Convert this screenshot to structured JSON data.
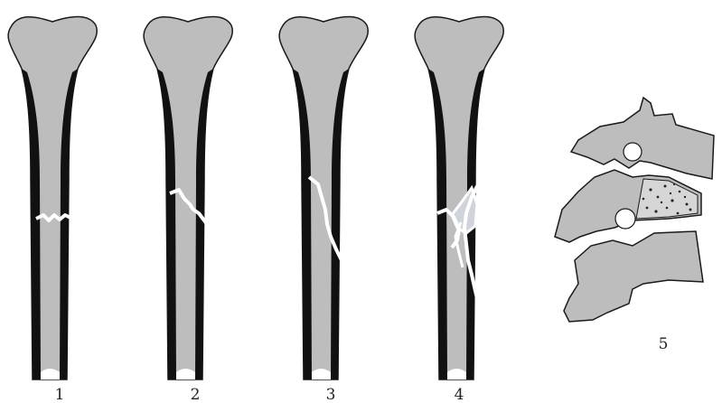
{
  "labels": [
    "1",
    "2",
    "3",
    "4",
    "5"
  ],
  "colors": {
    "bone_fill": "#bdbdbd",
    "cortex": "#111111",
    "outline": "#1a1a1a",
    "fracture_line": "#ffffff",
    "cancellous_speckle": "#2a2a2a",
    "background": "#ffffff"
  }
}
